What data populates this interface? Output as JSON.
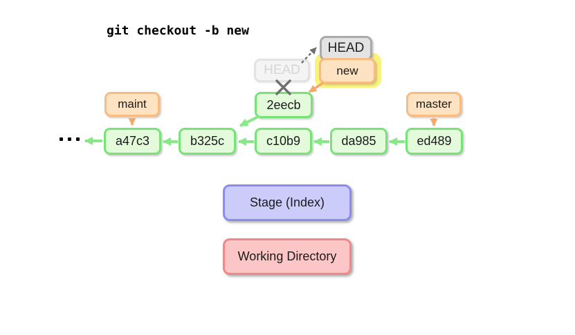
{
  "title": "git checkout -b new",
  "nodes": {
    "head": "HEAD",
    "old_head": "HEAD",
    "new_branch": "new",
    "maint": "maint",
    "master": "master",
    "detached": "2eecb",
    "ellipsis": "..."
  },
  "commits": [
    "a47c3",
    "b325c",
    "c10b9",
    "da985",
    "ed489"
  ],
  "areas": {
    "stage": "Stage (Index)",
    "working": "Working Directory"
  },
  "colors": {
    "green_border": "#77e377",
    "green_fill": "#e3fbdb",
    "green_arrow": "#85e985",
    "orange_border": "#f8bc80",
    "orange_fill": "#fde3c2",
    "orange_arrow": "#f5a869",
    "yellow_glow": "#f9f37d",
    "gray_fill": "#e3e3e3",
    "gray_border": "#a9a9a9",
    "faded_fill": "#f4f4f4",
    "faded_border": "#e3e3e3",
    "faded_text": "#d5d5d5",
    "gray_accent": "#6f6f6f",
    "stage_fill": "#ccccfa",
    "stage_border": "#8c8cee",
    "working_fill": "#fcc6c6",
    "working_border": "#f08888"
  }
}
